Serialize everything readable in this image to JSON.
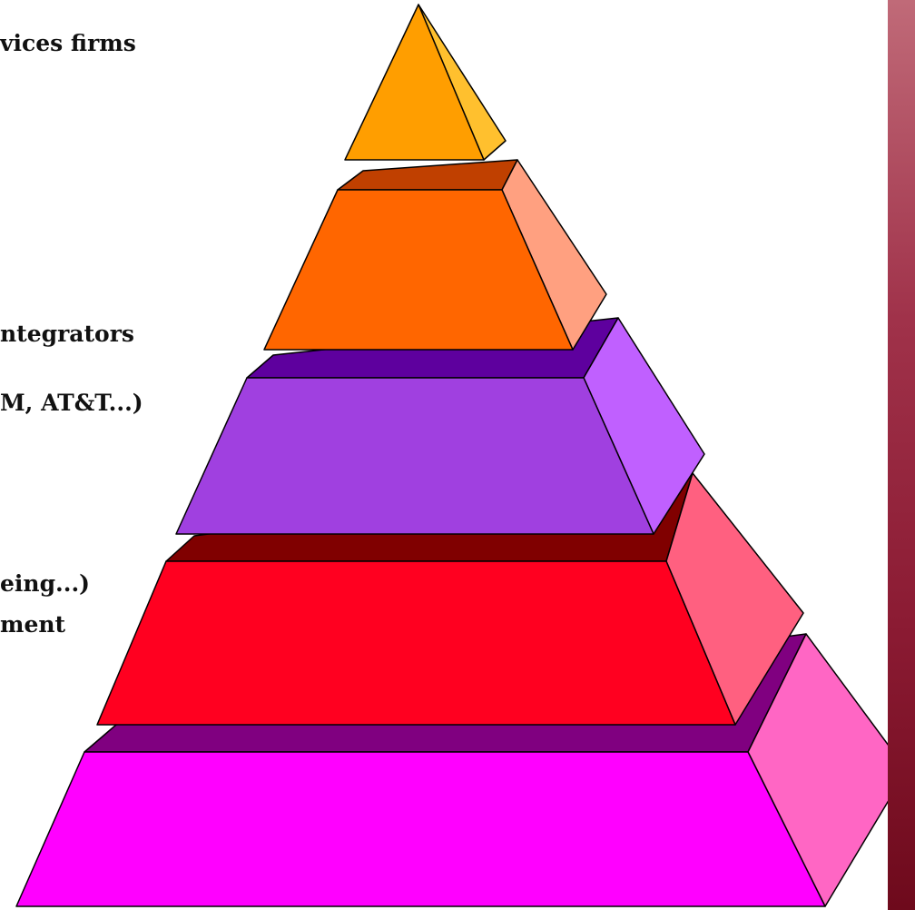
{
  "labels": {
    "line1": "vices firms",
    "line2": "ntegrators",
    "line3": "M, AT&T...)",
    "line4": "eing...)",
    "line5": "ment"
  },
  "colors": {
    "tier1_front": "#ff9e00",
    "tier1_side": "#ffc02e",
    "tier2_top": "#c04000",
    "tier2_front": "#ff6600",
    "tier2_side": "#ffa080",
    "tier3_top": "#5e009e",
    "tier3_front": "#a040e0",
    "tier3_side": "#c060ff",
    "tier4_top": "#800000",
    "tier4_front": "#ff0020",
    "tier4_side": "#ff6080",
    "tier5_top": "#800080",
    "tier5_front": "#ff00ff",
    "tier5_side": "#ff66c4",
    "sidebar": "#8a1a32"
  }
}
